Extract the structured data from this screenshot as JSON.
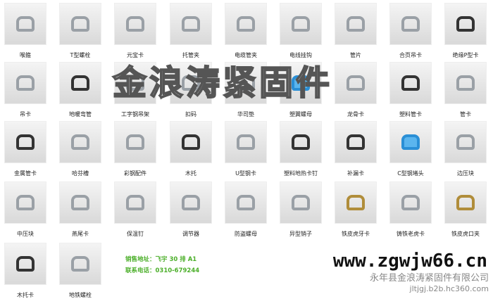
{
  "products": [
    {
      "label": "喉箍",
      "style": "metal"
    },
    {
      "label": "T型螺栓",
      "style": "metal"
    },
    {
      "label": "元宝卡",
      "style": "metal"
    },
    {
      "label": "托管夹",
      "style": "metal"
    },
    {
      "label": "电缆管夹",
      "style": "metal"
    },
    {
      "label": "电线挂钩",
      "style": "metal"
    },
    {
      "label": "管片",
      "style": "metal"
    },
    {
      "label": "合页吊卡",
      "style": "metal"
    },
    {
      "label": "绝缘P型卡",
      "style": "dark"
    },
    {
      "label": "吊卡",
      "style": "metal"
    },
    {
      "label": "地暖弯管",
      "style": "dark"
    },
    {
      "label": "工字钢吊架",
      "style": "metal"
    },
    {
      "label": "扣码",
      "style": "metal"
    },
    {
      "label": "华司垫",
      "style": "metal"
    },
    {
      "label": "塑翼螺母",
      "style": "blue"
    },
    {
      "label": "龙骨卡",
      "style": "metal"
    },
    {
      "label": "塑料管卡",
      "style": "dark"
    },
    {
      "label": "管卡",
      "style": "metal"
    },
    {
      "label": "金属管卡",
      "style": "dark"
    },
    {
      "label": "哈芬槽",
      "style": "metal"
    },
    {
      "label": "彩钢配件",
      "style": "metal"
    },
    {
      "label": "木托",
      "style": "dark"
    },
    {
      "label": "U型钢卡",
      "style": "metal"
    },
    {
      "label": "塑料地热卡钉",
      "style": "dark"
    },
    {
      "label": "补漏卡",
      "style": "dark"
    },
    {
      "label": "C型钢堵头",
      "style": "blue"
    },
    {
      "label": "边压块",
      "style": "metal"
    },
    {
      "label": "中压块",
      "style": "metal"
    },
    {
      "label": "燕尾卡",
      "style": "metal"
    },
    {
      "label": "保温钉",
      "style": "metal"
    },
    {
      "label": "调节器",
      "style": "metal"
    },
    {
      "label": "防盗螺母",
      "style": "metal"
    },
    {
      "label": "异型销子",
      "style": "metal"
    },
    {
      "label": "铁皮虎牙卡",
      "style": "gold"
    },
    {
      "label": "铸铁老虎卡",
      "style": "metal"
    },
    {
      "label": "铁皮虎口夹",
      "style": "gold"
    },
    {
      "label": "木托卡",
      "style": "dark"
    },
    {
      "label": "地铁螺栓",
      "style": "metal"
    }
  ],
  "watermark": "金浪涛紧固件",
  "footer": {
    "address": "销售地址：飞宇 30 排 A1",
    "phone": "联系电话：0310-679244",
    "website": "www.zgwjw66.cn",
    "company": "永年县金浪涛紧固件有限公司",
    "url": "jltjgj.b2b.hc360.com"
  }
}
